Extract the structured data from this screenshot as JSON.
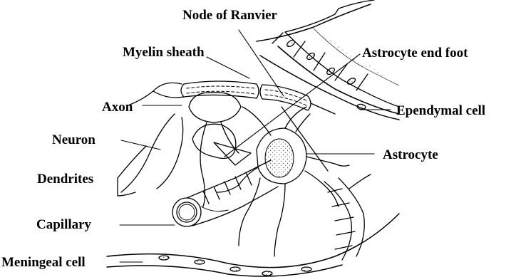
{
  "labels": {
    "node_of_ranvier": "Node of Ranvier",
    "myelin_sheath": "Myelin sheath",
    "astrocyte_end_foot": "Astrocyte end foot",
    "axon": "Axon",
    "ependymal_cell": "Ependymal cell",
    "neuron": "Neuron",
    "astrocyte": "Astrocyte",
    "dendrites": "Dendrites",
    "capillary": "Capillary",
    "meningeal_cell": "Meningeal cell"
  },
  "colors": {
    "ink": "#000000",
    "background": "#ffffff",
    "nucleus_stipple": "#555555"
  }
}
